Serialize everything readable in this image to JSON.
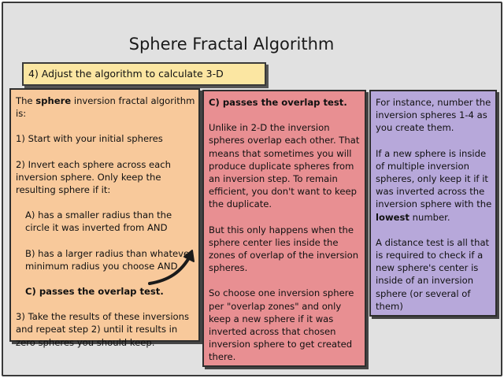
{
  "title": "Sphere Fractal Algorithm",
  "subtitle": "4) Adjust the algorithm to calculate 3-D efficiently",
  "card1": {
    "intro_pre": "The ",
    "intro_bold": "sphere",
    "intro_post": " inversion fractal algorithm is:",
    "step1": "1) Start with your initial spheres",
    "step2": "2) Invert each sphere across each inversion sphere. Only keep the resulting sphere if it:",
    "condA": "A) has a smaller radius than the circle it was inverted from AND",
    "condB": "B) has a larger radius than whatever minimum radius you choose AND",
    "condC": "C) passes the overlap test.",
    "step3": "3) Take the results of these inversions and repeat step 2) until it results in zero spheres you should keep."
  },
  "card2": {
    "heading": "C) passes the overlap test.",
    "para1": "Unlike in 2-D the inversion spheres overlap each other.  That means that sometimes you will produce duplicate spheres from an inversion step.  To remain efficient, you don't want to keep the duplicate.",
    "para2": "But this only happens when the sphere center lies inside the zones of overlap of the inversion spheres.",
    "para3": "So choose one inversion sphere per \"overlap zones\" and only keep a new sphere if it was inverted across that chosen inversion sphere to get created there."
  },
  "card3": {
    "para1": "For instance, number the inversion spheres 1-4 as you create them.",
    "para2_pre": "If a new sphere is inside of multiple inversion spheres, only keep it if it was inverted across the inversion sphere with the ",
    "para2_bold": "lowest",
    "para2_post": " number.",
    "para3": "A distance test is all that is required to check if a new sphere's center is inside of an inversion sphere (or several of them)"
  },
  "colors": {
    "slide_bg": "#e1e1e1",
    "subtitle_bg": "#fbe6a2",
    "card1_bg": "#f8c99b",
    "card2_bg": "#e88f92",
    "card3_bg": "#b7a8da"
  },
  "icons": {
    "arrow": "curved-arrow-icon"
  }
}
